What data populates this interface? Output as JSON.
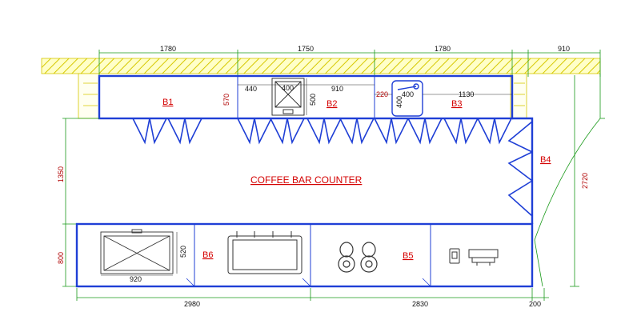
{
  "diagram": {
    "title": "COFFEE BAR COUNTER",
    "units": {
      "B1": "B1",
      "B2": "B2",
      "B3": "B3",
      "B4": "B4",
      "B5": "B5",
      "B6": "B6"
    },
    "dimensions": {
      "top_left": "1780",
      "top_middle": "1750",
      "top_right": "1780",
      "top_far_right": "910",
      "depth_back": "570",
      "sink_offset": "440",
      "sink_width": "400",
      "sink_depth": "500",
      "sink_span": "910",
      "basin_offset": "220",
      "basin_width": "400",
      "basin_depth": "400",
      "basin_span": "1130",
      "gap_height": "1350",
      "front_depth": "800",
      "bottom_left": "2980",
      "bottom_middle": "2830",
      "bottom_right": "200",
      "right_height": "2720",
      "fridge_width": "920",
      "fridge_depth": "520"
    }
  }
}
